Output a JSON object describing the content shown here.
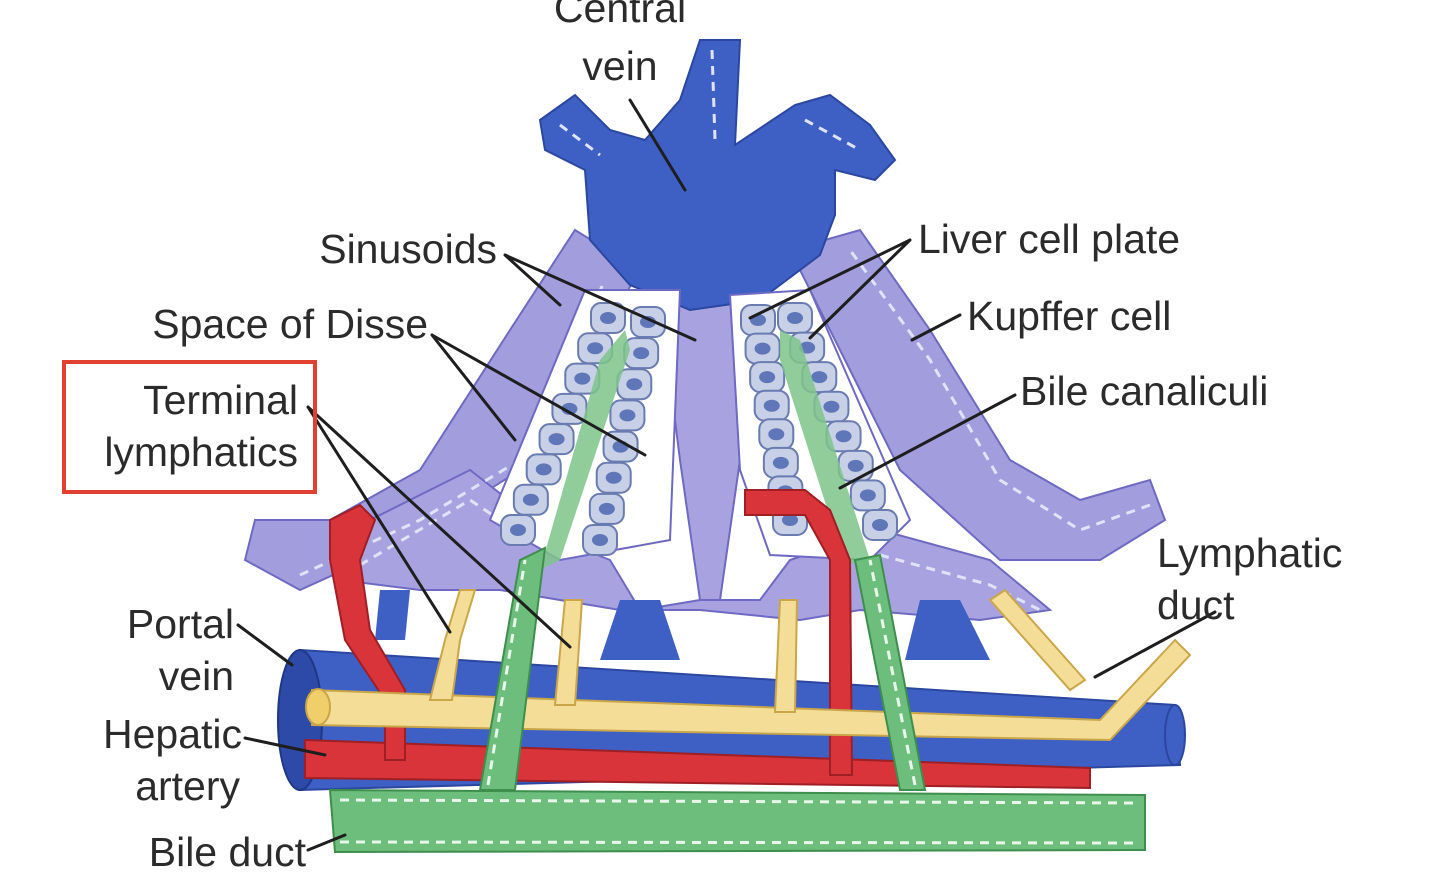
{
  "labels": {
    "central_vein": [
      "Central",
      "vein"
    ],
    "sinusoids": "Sinusoids",
    "space_of_disse": "Space of Disse",
    "terminal_lymphatics": [
      "Terminal",
      "lymphatics"
    ],
    "portal_vein": [
      "Portal",
      "vein"
    ],
    "hepatic_artery": [
      "Hepatic",
      "artery"
    ],
    "bile_duct": "Bile duct",
    "liver_cell_plate": "Liver cell plate",
    "kupffer_cell": "Kupffer cell",
    "bile_canaliculi": "Bile canaliculi",
    "lymphatic_duct": [
      "Lymphatic",
      "duct"
    ]
  },
  "colors": {
    "vein_blue": "#3e5fc4",
    "sinusoid_purple": "#9d97db",
    "artery_red": "#d8343a",
    "bile_green": "#6dbd7c",
    "lymph_yellow": "#f4dd96",
    "highlight_box": "#e0402f"
  }
}
